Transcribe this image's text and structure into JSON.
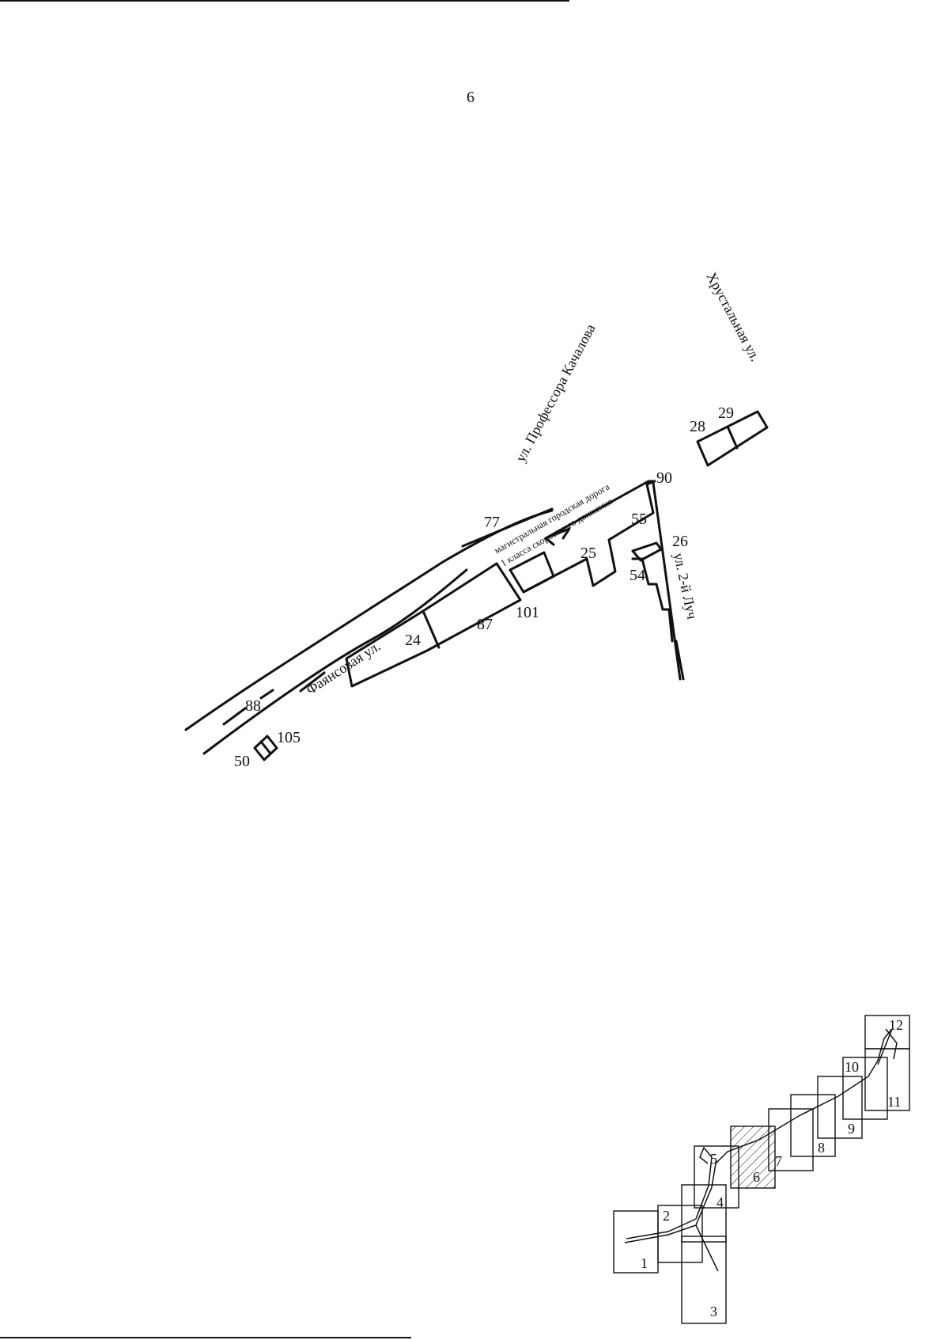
{
  "page_number": "6",
  "streets": {
    "kachalova": "ул. Профессора Качалова",
    "khrustalnaya": "Хрустальная ул.",
    "fayansovaya": "Фаянсовая ул.",
    "luch": "ул. 2-й Луч",
    "road_line1": "магистральная городская дорога",
    "road_line2": "1 класса скоростного движения"
  },
  "parcels": {
    "p28": "28",
    "p29": "29",
    "p90": "90",
    "p55": "55",
    "p26": "26",
    "p25": "25",
    "p54": "54",
    "p77": "77",
    "p87": "87",
    "p101": "101",
    "p24": "24",
    "p88": "88",
    "p50": "50",
    "p105": "105"
  },
  "index_map": {
    "sheets": [
      "1",
      "2",
      "3",
      "4",
      "5",
      "6",
      "7",
      "8",
      "9",
      "10",
      "11",
      "12"
    ],
    "highlighted_sheet": "6"
  }
}
